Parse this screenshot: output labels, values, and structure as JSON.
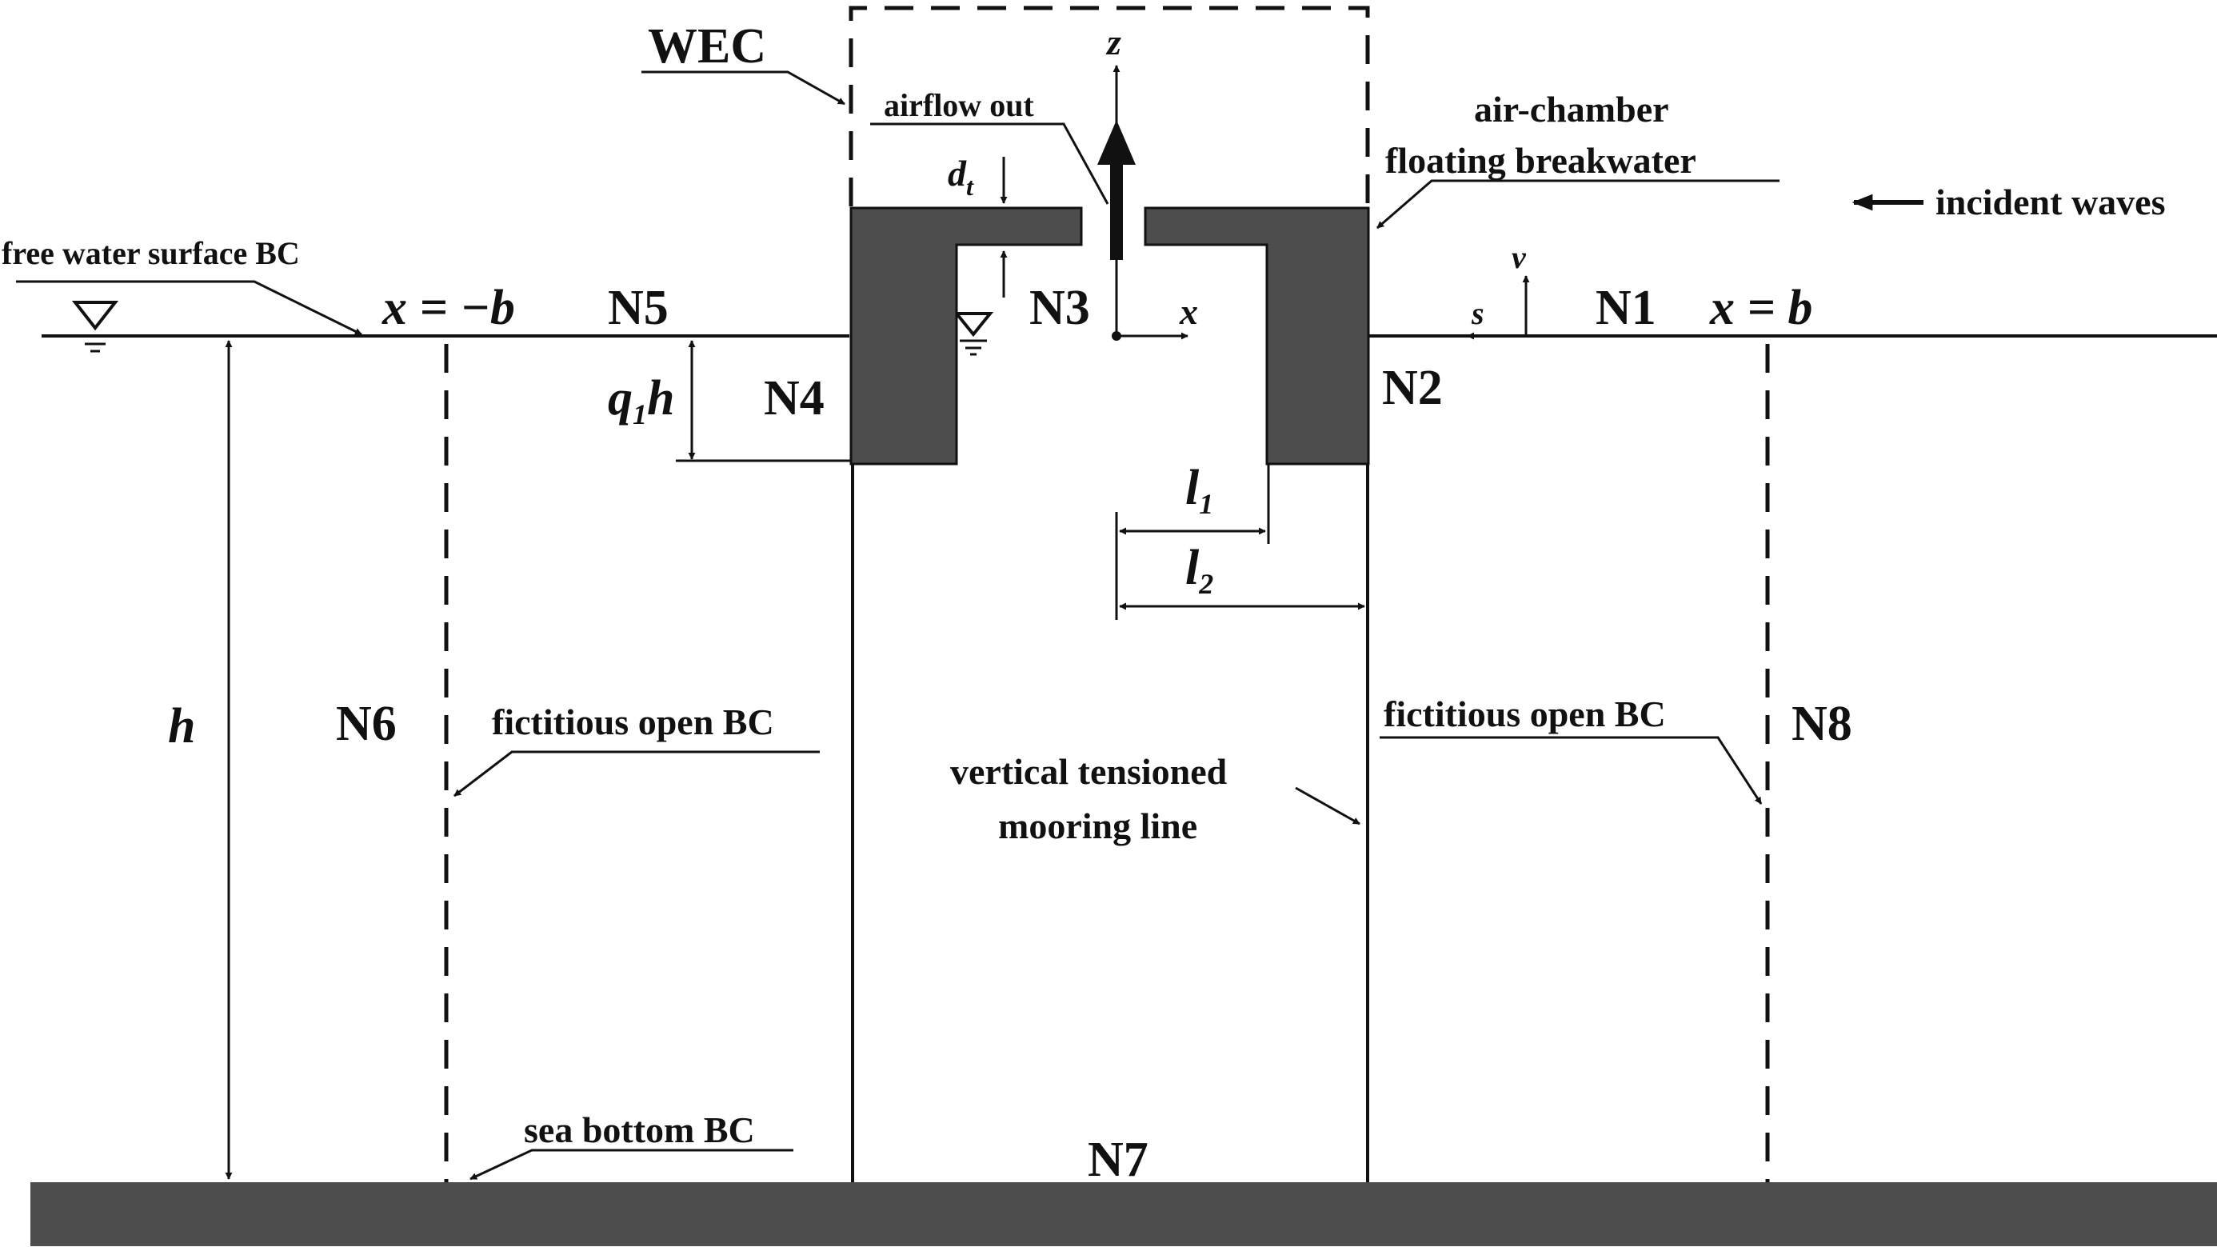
{
  "labels": {
    "wec": "WEC",
    "airflow_out": "airflow out",
    "z": "z",
    "dt_d": "d",
    "dt_t": "t",
    "air_chamber_line1": "air-chamber",
    "air_chamber_line2": "floating breakwater",
    "incident_waves": "incident waves",
    "free_surface_bc": "free water surface BC",
    "x_minus_b": "x = −b",
    "x_plus_b": "x = b",
    "x_axis": "x",
    "s": "s",
    "v": "v",
    "q1h_q": "q",
    "q1h_sub": "1",
    "q1h_h": "h",
    "l1_l": "l",
    "l1_sub": "1",
    "l2_l": "l",
    "l2_sub": "2",
    "h": "h",
    "fictitious_left": "fictitious open BC",
    "fictitious_right": "fictitious open BC",
    "mooring_line1": "vertical tensioned",
    "mooring_line2": "mooring line",
    "sea_bottom_bc": "sea bottom BC",
    "n1": "N1",
    "n2": "N2",
    "n3": "N3",
    "n4": "N4",
    "n5": "N5",
    "n6": "N6",
    "n7": "N7",
    "n8": "N8"
  },
  "colors": {
    "structure": "#4d4d4d",
    "sea_bottom": "#4d4d4d",
    "ink": "#111111"
  }
}
